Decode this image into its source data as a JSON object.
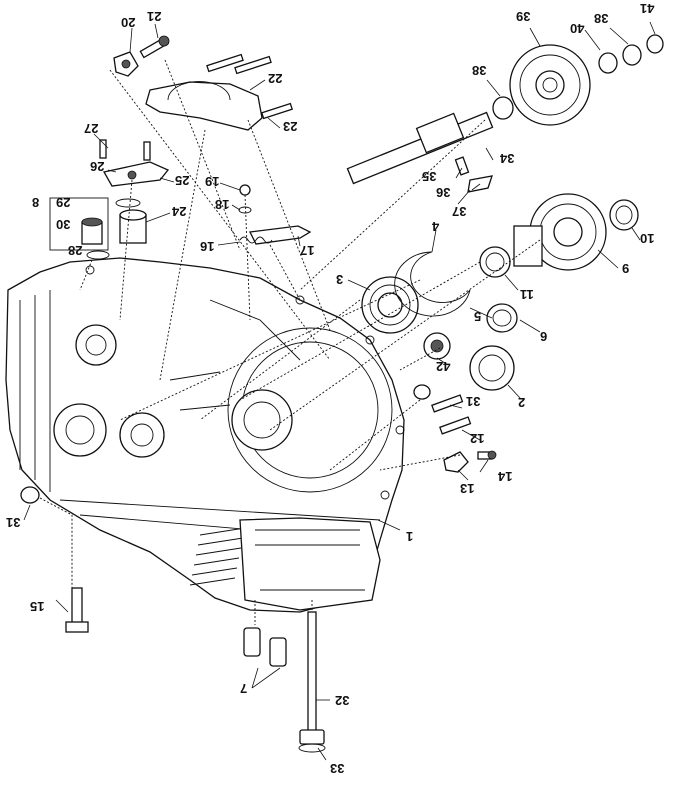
{
  "callouts": [
    {
      "id": "c1a",
      "text": "1"
    },
    {
      "id": "c1b",
      "text": "1"
    },
    {
      "id": "c2",
      "text": "2"
    },
    {
      "id": "c3",
      "text": "3"
    },
    {
      "id": "c4",
      "text": "4"
    },
    {
      "id": "c5",
      "text": "5"
    },
    {
      "id": "c6",
      "text": "6"
    },
    {
      "id": "c7",
      "text": "7"
    },
    {
      "id": "c8",
      "text": "8"
    },
    {
      "id": "c9",
      "text": "9"
    },
    {
      "id": "c10",
      "text": "10"
    },
    {
      "id": "c11",
      "text": "11"
    },
    {
      "id": "c12",
      "text": "12"
    },
    {
      "id": "c13",
      "text": "13"
    },
    {
      "id": "c14",
      "text": "14"
    },
    {
      "id": "c15",
      "text": "15"
    },
    {
      "id": "c16",
      "text": "16"
    },
    {
      "id": "c17",
      "text": "17"
    },
    {
      "id": "c18",
      "text": "18"
    },
    {
      "id": "c19",
      "text": "19"
    },
    {
      "id": "c20",
      "text": "20"
    },
    {
      "id": "c21",
      "text": "21"
    },
    {
      "id": "c22",
      "text": "22"
    },
    {
      "id": "c23",
      "text": "23"
    },
    {
      "id": "c24",
      "text": "24"
    },
    {
      "id": "c25",
      "text": "25"
    },
    {
      "id": "c26",
      "text": "26"
    },
    {
      "id": "c27",
      "text": "27"
    },
    {
      "id": "c28",
      "text": "28"
    },
    {
      "id": "c29",
      "text": "29"
    },
    {
      "id": "c30",
      "text": "30"
    },
    {
      "id": "c31a",
      "text": "31"
    },
    {
      "id": "c31b",
      "text": "31"
    },
    {
      "id": "c32",
      "text": "32"
    },
    {
      "id": "c33",
      "text": "33"
    },
    {
      "id": "c34",
      "text": "34"
    },
    {
      "id": "c35",
      "text": "35"
    },
    {
      "id": "c36",
      "text": "36"
    },
    {
      "id": "c37",
      "text": "37"
    },
    {
      "id": "c38a",
      "text": "38"
    },
    {
      "id": "c38b",
      "text": "38"
    },
    {
      "id": "c39",
      "text": "39"
    },
    {
      "id": "c40",
      "text": "40"
    },
    {
      "id": "c41",
      "text": "41"
    },
    {
      "id": "c42",
      "text": "42"
    }
  ]
}
